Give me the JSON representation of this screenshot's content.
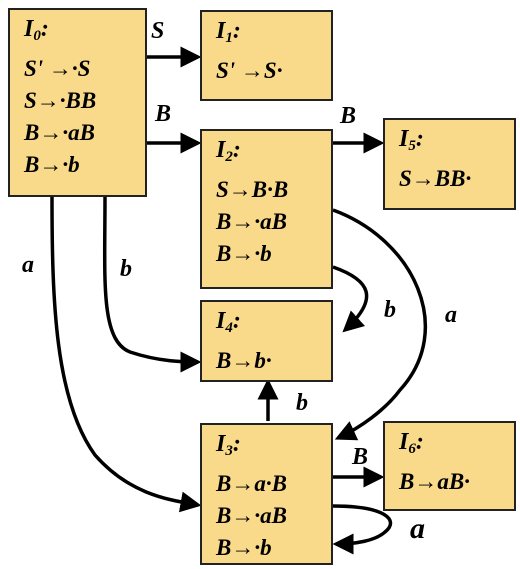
{
  "states": [
    {
      "id": "I0",
      "letter": "I",
      "index": "0",
      "colon": ":",
      "items": [
        "S' →·S",
        "S→·BB",
        "B→·aB",
        "B→·b"
      ]
    },
    {
      "id": "I1",
      "letter": "I",
      "index": "1",
      "colon": ":",
      "items": [
        "S' →S·"
      ]
    },
    {
      "id": "I2",
      "letter": "I",
      "index": "2",
      "colon": ":",
      "items": [
        "S→B·B",
        "B→·aB",
        "B→·b"
      ]
    },
    {
      "id": "I3",
      "letter": "I",
      "index": "3",
      "colon": ":",
      "items": [
        "B→a·B",
        "B→·aB",
        "B→·b"
      ]
    },
    {
      "id": "I4",
      "letter": "I",
      "index": "4",
      "colon": ":",
      "items": [
        "B→b·"
      ]
    },
    {
      "id": "I5",
      "letter": "I",
      "index": "5",
      "colon": ":",
      "items": [
        "S→BB·"
      ]
    },
    {
      "id": "I6",
      "letter": "I",
      "index": "6",
      "colon": ":",
      "items": [
        "B→aB·"
      ]
    }
  ],
  "transitions": [
    {
      "from": "I0",
      "to": "I1",
      "symbol": "S"
    },
    {
      "from": "I0",
      "to": "I2",
      "symbol": "B"
    },
    {
      "from": "I0",
      "to": "I3",
      "symbol": "a"
    },
    {
      "from": "I0",
      "to": "I4",
      "symbol": "b"
    },
    {
      "from": "I2",
      "to": "I5",
      "symbol": "B"
    },
    {
      "from": "I2",
      "to": "I4",
      "symbol": "b"
    },
    {
      "from": "I2",
      "to": "I3",
      "symbol": "a"
    },
    {
      "from": "I3",
      "to": "I4",
      "symbol": "b"
    },
    {
      "from": "I3",
      "to": "I6",
      "symbol": "B"
    },
    {
      "from": "I3",
      "to": "I3",
      "symbol": "a"
    }
  ],
  "colors": {
    "state_fill": "#f9d98a",
    "border": "#222222",
    "arrow": "#000000"
  }
}
